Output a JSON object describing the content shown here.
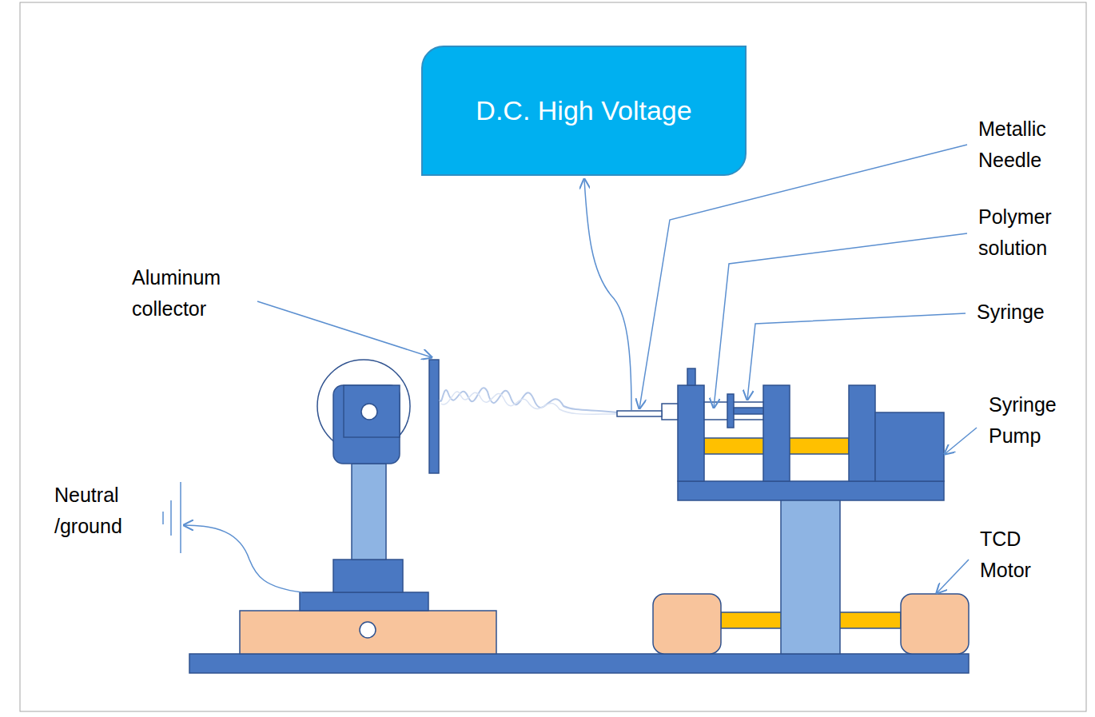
{
  "diagram": {
    "nodes": [
      {
        "text": [
          "D.C. High Voltage"
        ]
      }
    ],
    "labels": [
      "Metallic Needle",
      "Polymer solution",
      "Syringe",
      "Syringe Pump",
      "TCD Motor",
      "Aluminum collector",
      "Neutral /ground"
    ]
  }
}
